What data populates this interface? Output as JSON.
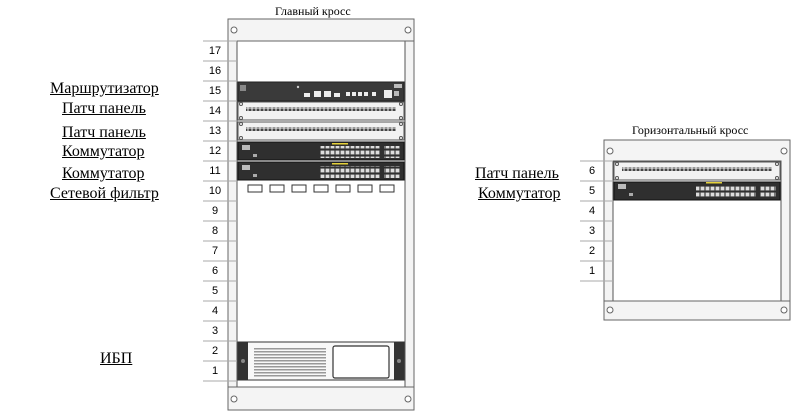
{
  "main_rack": {
    "title": "Главный кросс",
    "units": [
      "17",
      "16",
      "15",
      "14",
      "13",
      "12",
      "11",
      "10",
      "9",
      "8",
      "7",
      "6",
      "5",
      "4",
      "3",
      "2",
      "1"
    ],
    "labels": {
      "router": "Маршрутизатор",
      "patch1": "Патч панель",
      "patch2": "Патч панель",
      "switch1": "Коммутатор",
      "switch2": "Коммутатор",
      "filter": "Сетевой фильтр",
      "ups": "ИБП"
    }
  },
  "horizontal_rack": {
    "title": "Горизонтальный кросс",
    "units": [
      "6",
      "5",
      "4",
      "3",
      "2",
      "1"
    ],
    "labels": {
      "patch": "Патч панель",
      "switch": "Коммутатор"
    }
  }
}
